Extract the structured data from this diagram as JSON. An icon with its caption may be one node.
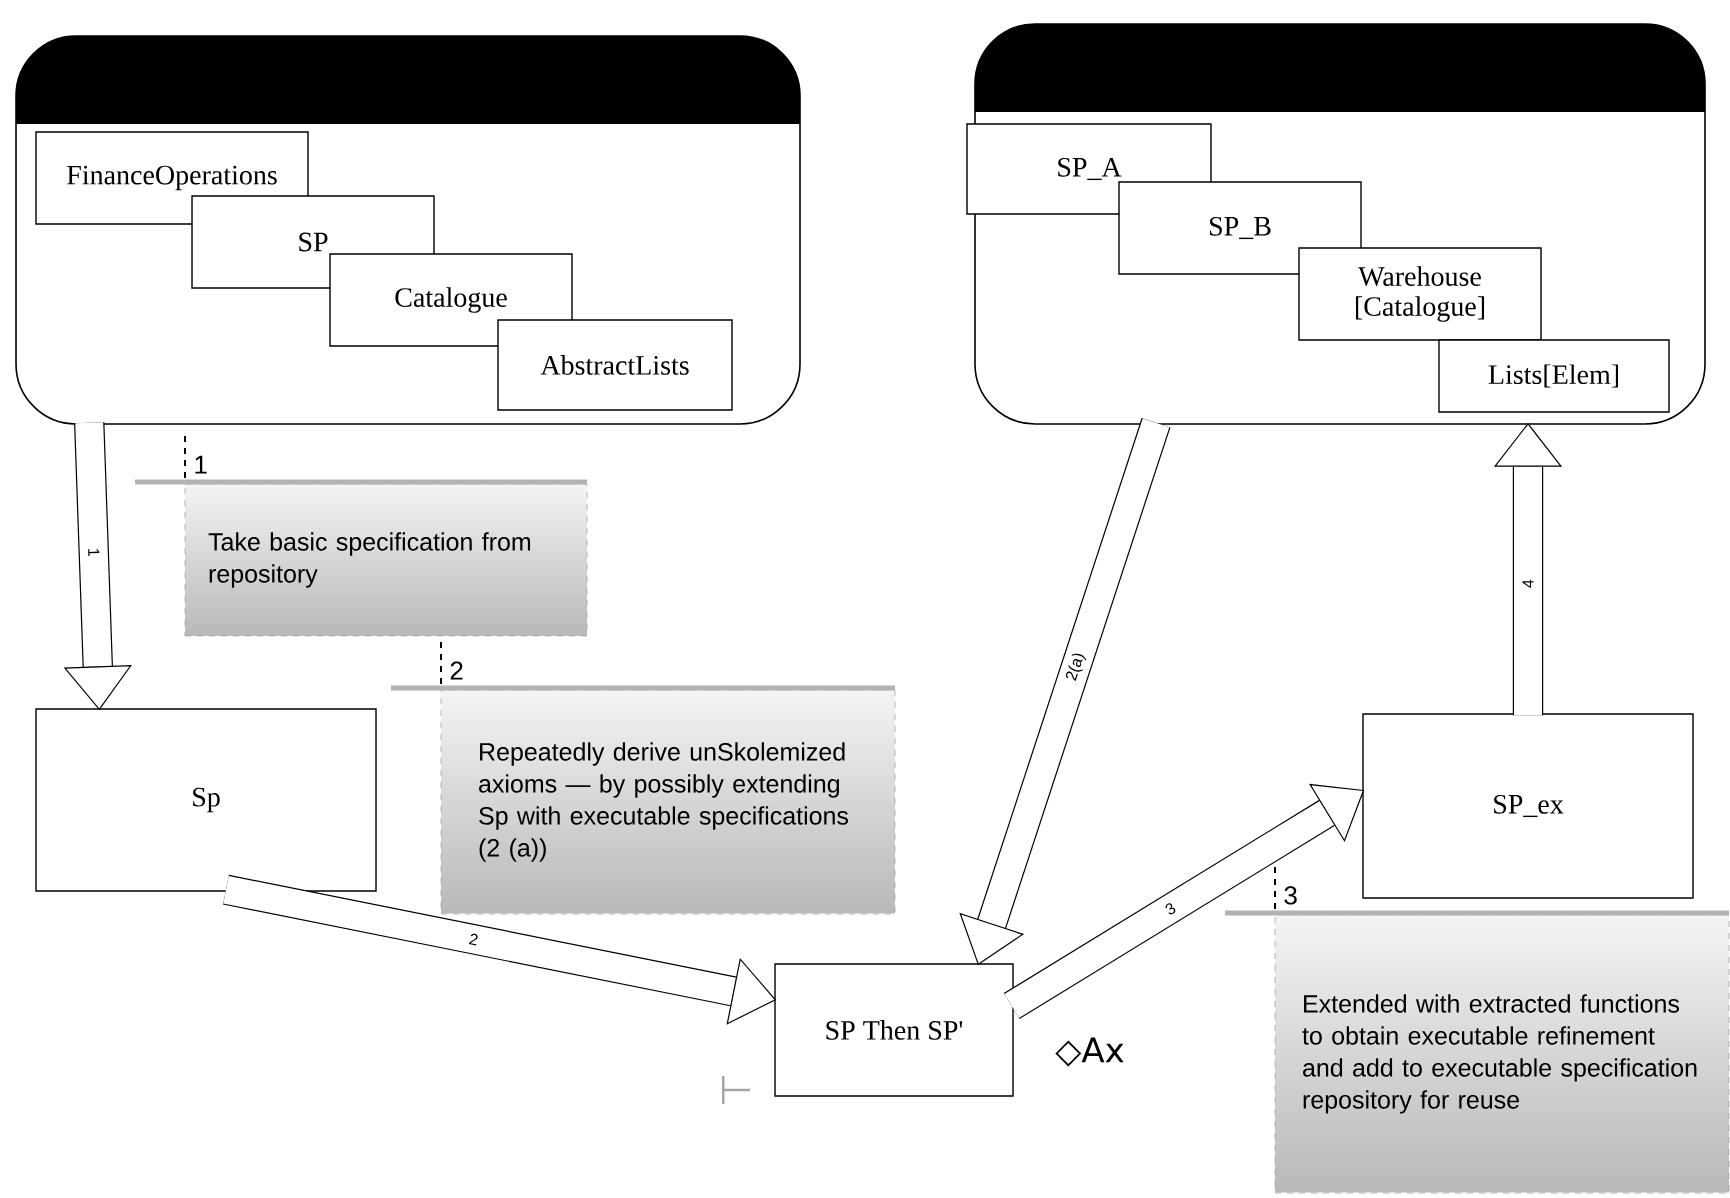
{
  "diagram": {
    "nodes": [
      {
        "text": [],
        "shape": "box"
      },
      {
        "text": [
          "FinanceOperations"
        ],
        "in": 0
      },
      {
        "text": [
          "SP"
        ],
        "in": 0
      },
      {
        "text": [
          "Catalogue"
        ],
        "in": 0
      },
      {
        "text": [
          "AbstractLists"
        ],
        "in": 0
      },
      {
        "text": [],
        "shape": "box"
      },
      {
        "text": [
          "SP_A"
        ],
        "in": 5
      },
      {
        "text": [
          "SP_B"
        ],
        "in": 5
      },
      {
        "text": [
          "Warehouse [Catalogue]"
        ],
        "in": 5
      },
      {
        "text": [
          "Lists[Elem]"
        ],
        "in": 5
      },
      {
        "text": [
          "Sp"
        ]
      },
      {
        "text": [
          "SP Then SP'"
        ]
      },
      {
        "text": [
          "SP_ex"
        ]
      },
      {
        "text": [
          "Take basic specification from repository"
        ],
        "beside": [
          "1"
        ]
      },
      {
        "text": [
          "Repeatedly derive unSkolemized axioms — by possibly  extending Sp with executable specifications (2 (a))"
        ],
        "beside": [
          "2"
        ]
      },
      {
        "text": [
          "Extended with extracted functions to obtain executable refinement and add to executable specification repository for reuse"
        ],
        "beside": [
          "3"
        ]
      }
    ],
    "edges": [
      {
        "from": 0,
        "to": 10,
        "arrow": "to",
        "label": "1"
      },
      {
        "from": 10,
        "to": 11,
        "arrow": "to",
        "label": "2"
      },
      {
        "from": 5,
        "to": 11,
        "arrow": "to",
        "label": "2(a)"
      },
      {
        "from": 11,
        "to": 12,
        "arrow": "to",
        "label": "3"
      },
      {
        "from": 12,
        "to": 5,
        "arrow": "to",
        "label": "4"
      }
    ],
    "labels": [
      "⊢",
      "◇Ax"
    ]
  }
}
